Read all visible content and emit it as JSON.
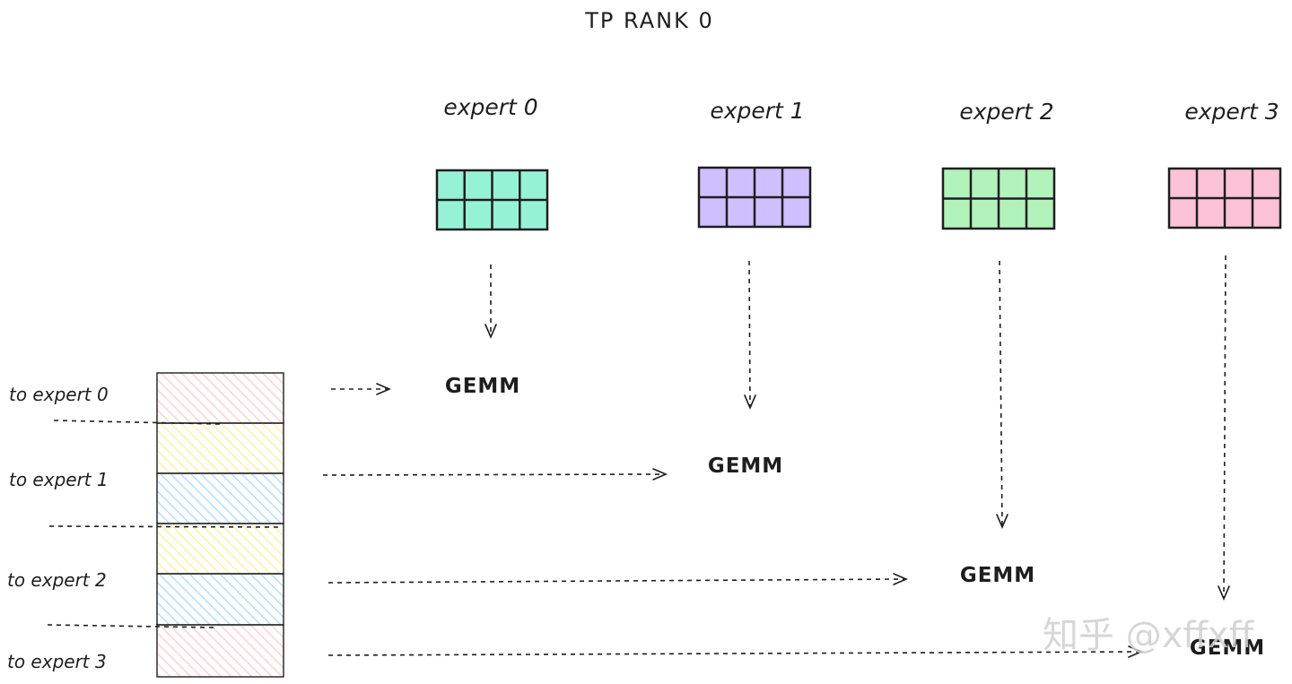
{
  "title": "TP RANK 0",
  "experts": [
    {
      "label": "expert 0",
      "color": "#96f2d7"
    },
    {
      "label": "expert 1",
      "color": "#d0bfff"
    },
    {
      "label": "expert 2",
      "color": "#b2f2bb"
    },
    {
      "label": "expert 3",
      "color": "#fcc2d7"
    }
  ],
  "gemm_label": "GEMM",
  "token_blocks": [
    {
      "color": "#ffc9c9"
    },
    {
      "color": "#ffec99"
    },
    {
      "color": "#a5d8ff"
    },
    {
      "color": "#ffec99"
    },
    {
      "color": "#a5d8ff"
    },
    {
      "color": "#ffc9c9"
    }
  ],
  "row_labels": [
    "to expert 0",
    "to expert 1",
    "to expert 2",
    "to expert 3"
  ],
  "watermark": "知乎 @xffxff"
}
